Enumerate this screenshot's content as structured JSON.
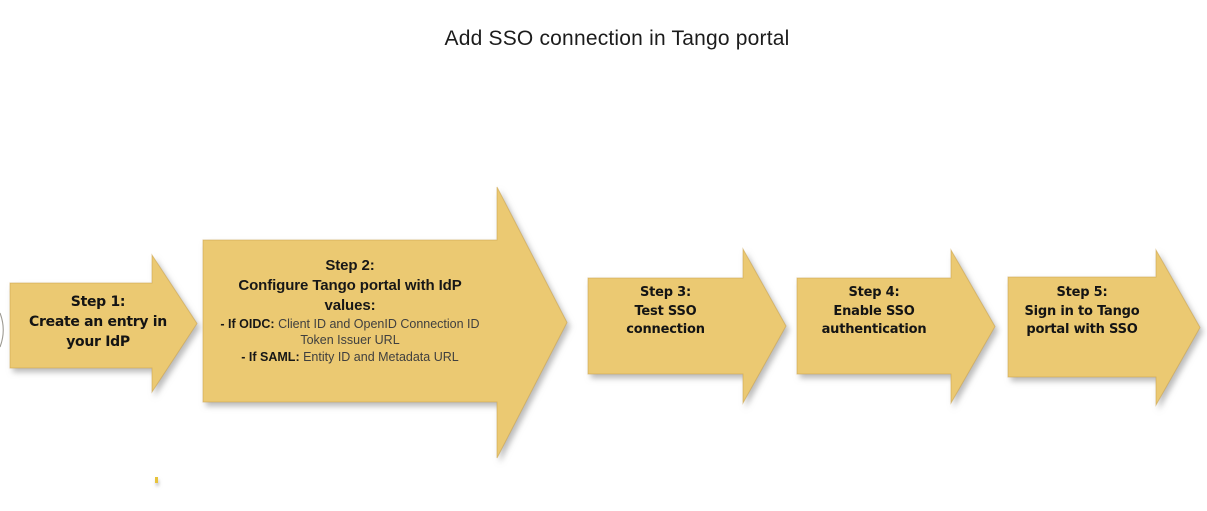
{
  "title": "Add SSO connection in Tango portal",
  "accent_color": "#EBC972",
  "steps": [
    {
      "label": "Step 1:",
      "lines": [
        "Create an entry in",
        "your IdP"
      ]
    },
    {
      "label": "Step 2:",
      "heading": [
        "Configure Tango portal with IdP",
        "values:"
      ],
      "details": [
        {
          "prefix": "- If OIDC:",
          "text": " Client ID and OpenID Connection ID"
        },
        {
          "prefix": "",
          "text": "Token Issuer URL"
        },
        {
          "prefix": "- If SAML:",
          "text": " Entity ID and Metadata URL"
        }
      ]
    },
    {
      "label": "Step 3:",
      "lines": [
        "Test SSO",
        "connection"
      ]
    },
    {
      "label": "Step 4:",
      "lines": [
        "Enable SSO",
        "authentication"
      ]
    },
    {
      "label": "Step 5:",
      "lines": [
        "Sign in to Tango",
        "portal with SSO"
      ]
    }
  ]
}
